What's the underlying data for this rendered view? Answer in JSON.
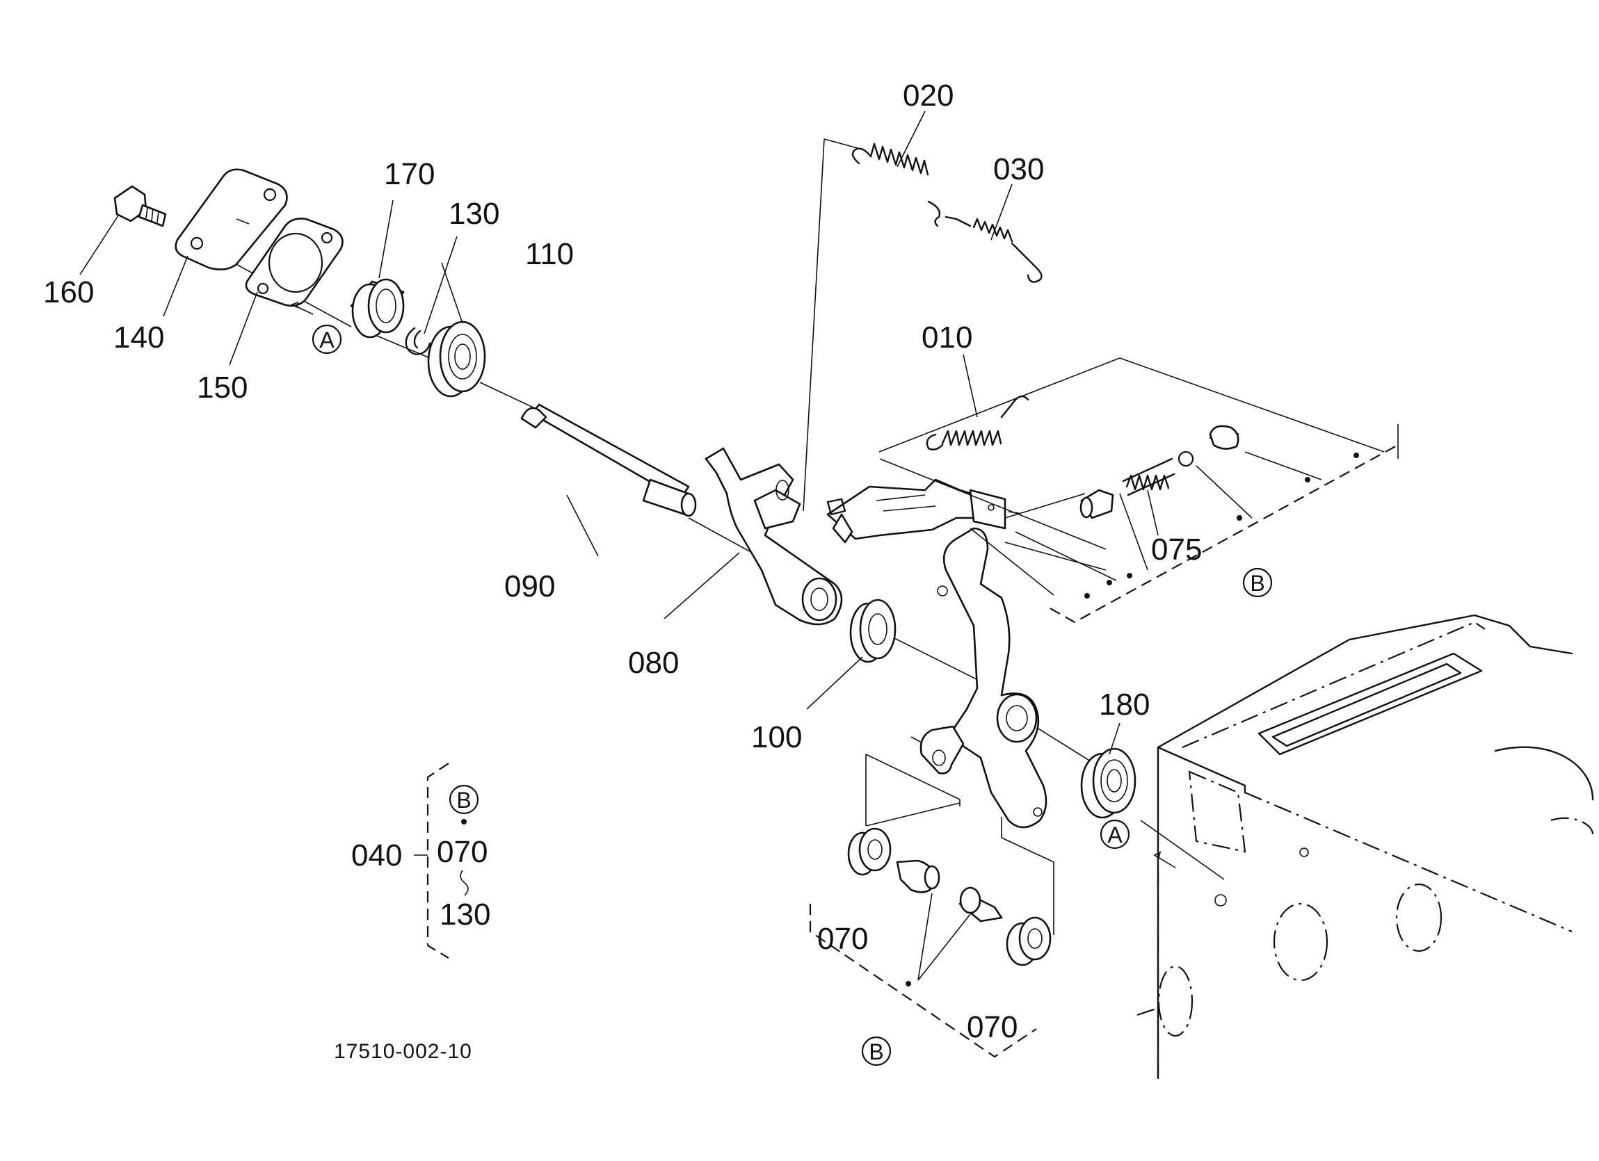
{
  "diagram": {
    "drawing_number": "17510-002-10",
    "reference_marks": {
      "a": "A",
      "b": "B"
    },
    "labels": {
      "p010": "010",
      "p020": "020",
      "p030": "030",
      "p070a": "070",
      "p070b": "070",
      "p075": "075",
      "p080": "080",
      "p090": "090",
      "p100": "100",
      "p110": "110",
      "p130": "130",
      "p140": "140",
      "p150": "150",
      "p160": "160",
      "p170": "170",
      "p180": "180"
    },
    "kit": {
      "number": "040",
      "mark": "B",
      "item_1": "070",
      "item_2": "130"
    }
  }
}
